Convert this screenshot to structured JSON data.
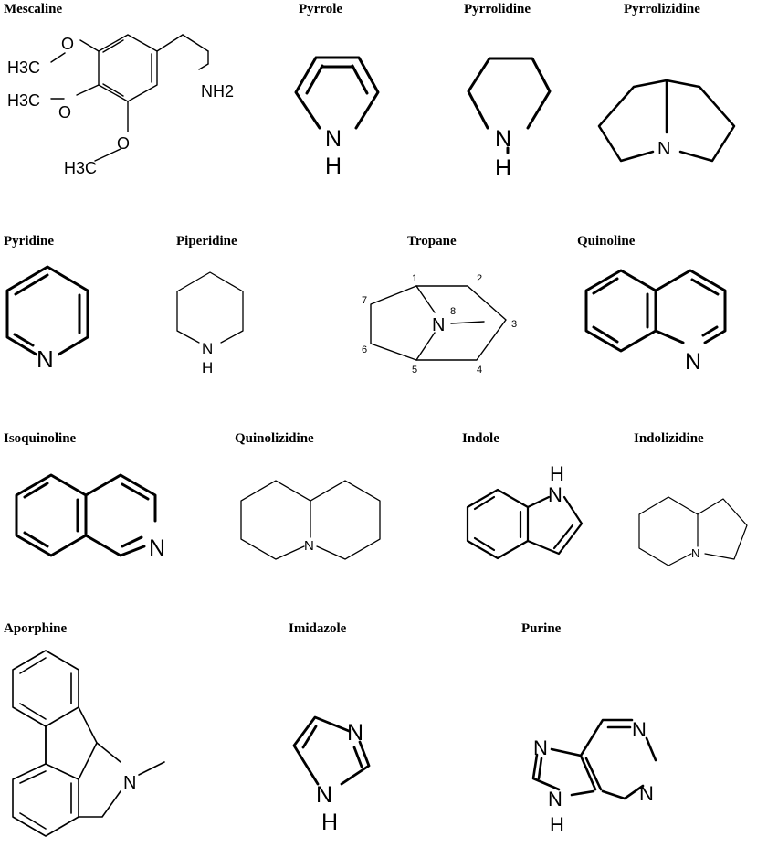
{
  "structures": [
    {
      "id": "mescaline",
      "name": "Mescaline",
      "labels": {
        "o1": "O",
        "o2": "O",
        "o3": "O",
        "ch3a": "H3C",
        "ch3b": "H3C",
        "ch3c": "H3C",
        "nh2": "NH2"
      }
    },
    {
      "id": "pyrrole",
      "name": "Pyrrole",
      "labels": {
        "n": "N",
        "h": "H"
      }
    },
    {
      "id": "pyrrolidine",
      "name": "Pyrrolidine",
      "labels": {
        "n": "N",
        "h": "H"
      }
    },
    {
      "id": "pyrrolizidine",
      "name": "Pyrrolizidine",
      "labels": {
        "n": "N"
      }
    },
    {
      "id": "pyridine",
      "name": "Pyridine",
      "labels": {
        "n": "N"
      }
    },
    {
      "id": "piperidine",
      "name": "Piperidine",
      "labels": {
        "n": "N",
        "h": "H"
      }
    },
    {
      "id": "tropane",
      "name": "Tropane",
      "labels": {
        "n": "N",
        "c1": "1",
        "c2": "2",
        "c3": "3",
        "c4": "4",
        "c5": "5",
        "c6": "6",
        "c7": "7",
        "n8": "8"
      }
    },
    {
      "id": "quinoline",
      "name": "Quinoline",
      "labels": {
        "n": "N"
      }
    },
    {
      "id": "isoquinoline",
      "name": "Isoquinoline",
      "labels": {
        "n": "N"
      }
    },
    {
      "id": "quinolizidine",
      "name": "Quinolizidine",
      "labels": {
        "n": "N"
      }
    },
    {
      "id": "indole",
      "name": "Indole",
      "labels": {
        "n": "N",
        "h": "H"
      }
    },
    {
      "id": "indolizidine",
      "name": "Indolizidine",
      "labels": {
        "n": "N"
      }
    },
    {
      "id": "aporphine",
      "name": "Aporphine",
      "labels": {
        "n": "N"
      }
    },
    {
      "id": "imidazole",
      "name": "Imidazole",
      "labels": {
        "n1": "N",
        "n2": "N",
        "h": "H"
      }
    },
    {
      "id": "purine",
      "name": "Purine",
      "labels": {
        "n1": "N",
        "n2": "N",
        "n3": "N",
        "n4": "N",
        "h": "H"
      }
    }
  ]
}
